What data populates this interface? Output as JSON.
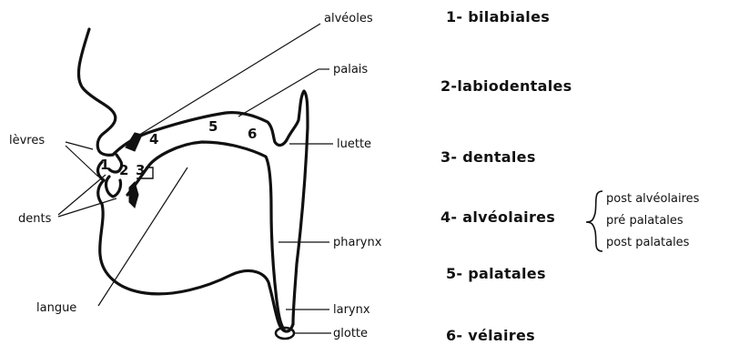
{
  "anatomy_labels": {
    "alveoles": "alvéoles",
    "palais": "palais",
    "levres": "lèvres",
    "luette": "luette",
    "dents": "dents",
    "pharynx": "pharynx",
    "langue": "langue",
    "larynx": "larynx",
    "glotte": "glotte"
  },
  "place_numbers": {
    "n1": "1",
    "n2": "2",
    "n3": "3",
    "n4": "4",
    "n5": "5",
    "n6": "6"
  },
  "categories": {
    "c1": "1- bilabiales",
    "c2": "2-labiodentales",
    "c3": "3- dentales",
    "c4": "4- alvéolaires",
    "c5": "5- palatales",
    "c6": "6- vélaires"
  },
  "alveolar_subtypes": {
    "s1": "post alvéolaires",
    "s2": "pré palatales",
    "s3": "post palatales"
  }
}
